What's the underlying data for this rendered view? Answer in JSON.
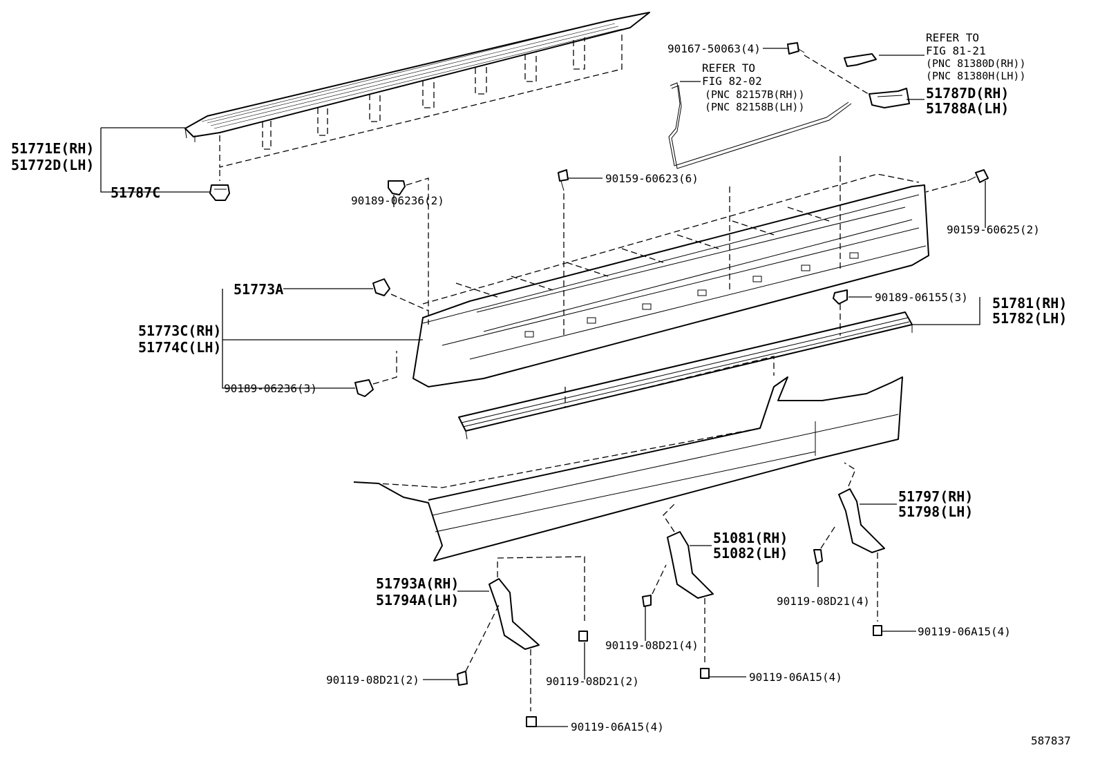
{
  "labels": {
    "p51771E": "51771E(RH)",
    "p51772D": "51772D(LH)",
    "p51787C": "51787C",
    "p90167": "90167-50063(4)",
    "refer1_a": "REFER TO",
    "refer1_b": "FIG 81-21",
    "refer1_c": "(PNC 81380D(RH))",
    "refer1_d": "(PNC 81380H(LH))",
    "refer2_a": "REFER TO",
    "refer2_b": "FIG 82-02",
    "refer2_c": "(PNC 82157B(RH))",
    "refer2_d": "(PNC 82158B(LH))",
    "p51787D": "51787D(RH)",
    "p51788A": "51788A(LH)",
    "p90159_60623": "90159-60623(6)",
    "p90159_60625": "90159-60625(2)",
    "p90189_06236_2": "90189-06236(2)",
    "p51773A": "51773A",
    "p51773C": "51773C(RH)",
    "p51774C": "51774C(LH)",
    "p90189_06236_3": "90189-06236(3)",
    "p90189_06155": "90189-06155(3)",
    "p51781": "51781(RH)",
    "p51782": "51782(LH)",
    "p51797": "51797(RH)",
    "p51798": "51798(LH)",
    "p51081": "51081(RH)",
    "p51082": "51082(LH)",
    "p51793A": "51793A(RH)",
    "p51794A": "51794A(LH)",
    "p90119_08D21_4a": "90119-08D21(4)",
    "p90119_06A15_4a": "90119-06A15(4)",
    "p90119_08D21_4b": "90119-08D21(4)",
    "p90119_06A15_4b": "90119-06A15(4)",
    "p90119_08D21_2a": "90119-08D21(2)",
    "p90119_08D21_2b": "90119-08D21(2)",
    "p90119_06A15_4c": "90119-06A15(4)",
    "figure_no": "587837"
  }
}
